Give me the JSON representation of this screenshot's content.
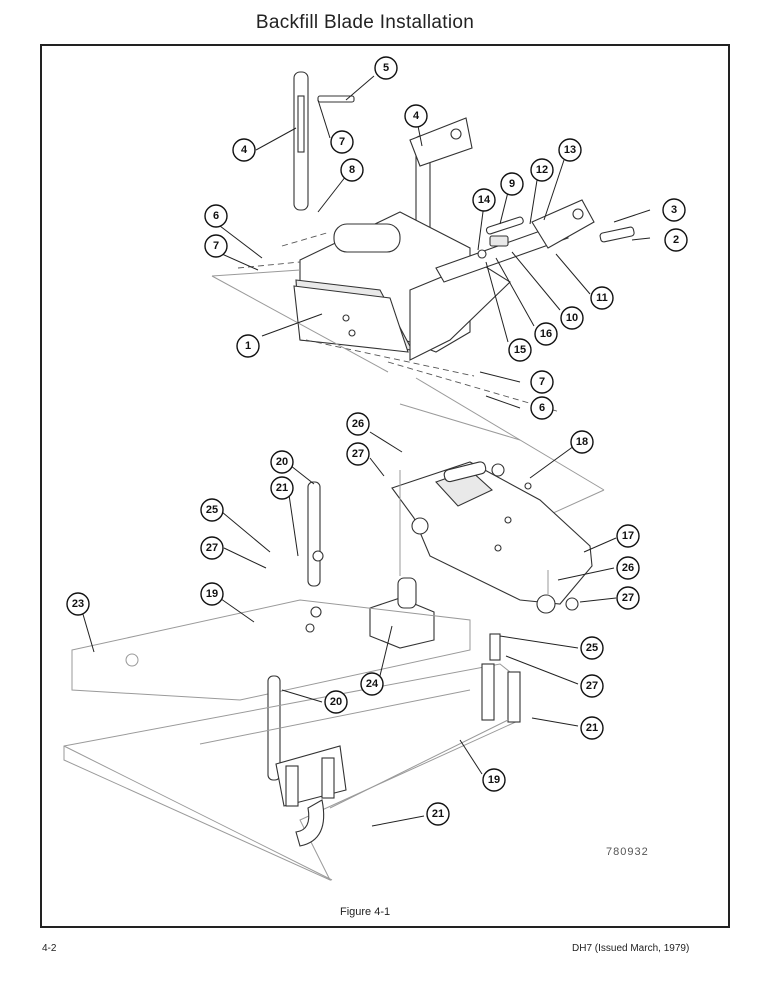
{
  "page": {
    "title": "Backfill Blade Installation",
    "figure_caption": "Figure 4-1",
    "drawing_number": "780932",
    "page_number": "4-2",
    "document_id": "DH7 (Issued March, 1979)"
  },
  "callouts": [
    "1",
    "2",
    "3",
    "4",
    "5",
    "6",
    "7",
    "8",
    "9",
    "10",
    "11",
    "12",
    "13",
    "14",
    "15",
    "16",
    "17",
    "18",
    "19",
    "20",
    "21",
    "23",
    "24",
    "25",
    "26",
    "27"
  ]
}
